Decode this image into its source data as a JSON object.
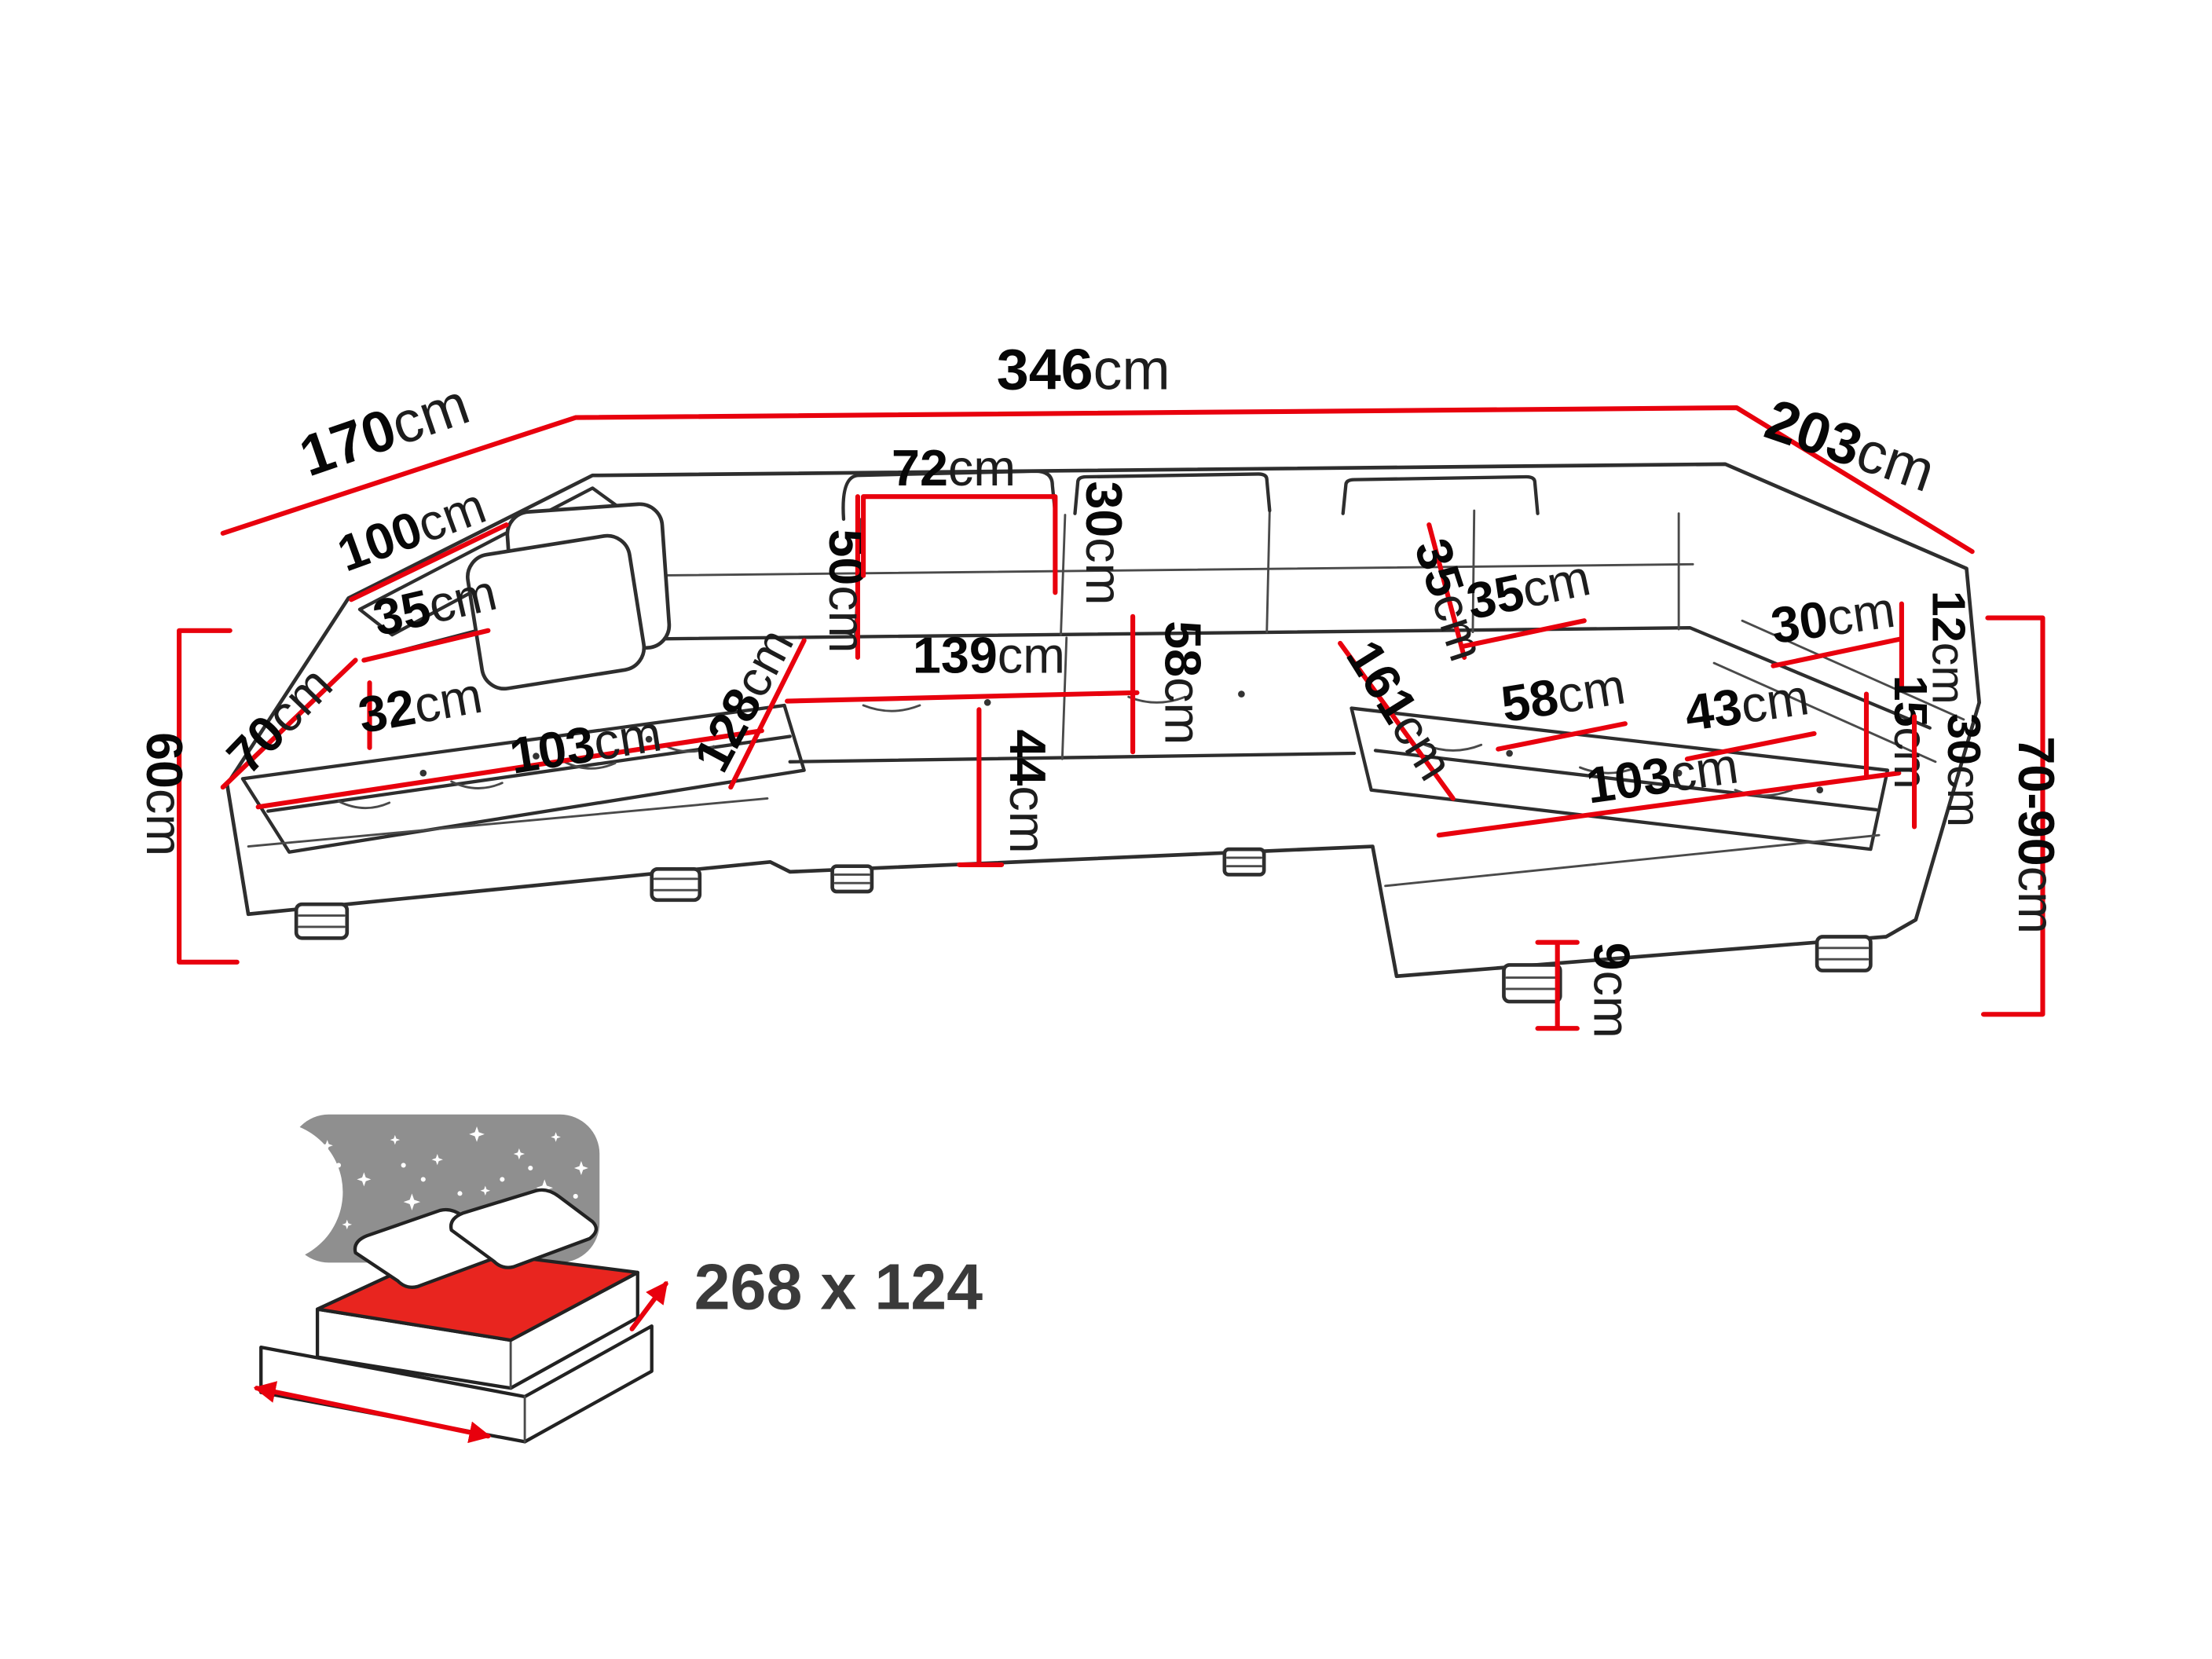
{
  "diagram": {
    "type": "furniture-dimension-diagram",
    "subject": "U-shaped corner sofa with dimension callouts and sleeping-area icon",
    "unit": "cm",
    "colors": {
      "dimension_red": "#e8000d",
      "outline": "#2e2e2e",
      "label_text": "#070707",
      "panel_gray": "#8f8f8f",
      "mattress_red": "#e8251f"
    }
  },
  "dims": {
    "total_width": {
      "value": "346",
      "unit": "cm"
    },
    "side_left": {
      "value": "170",
      "unit": "cm"
    },
    "side_right": {
      "value": "203",
      "unit": "cm"
    },
    "armrest_left_length": {
      "value": "100",
      "unit": "cm"
    },
    "armrest_left_width": {
      "value": "35",
      "unit": "cm"
    },
    "chaise_left_width": {
      "value": "70",
      "unit": "cm"
    },
    "height_left": {
      "value": "60",
      "unit": "cm"
    },
    "armrest_left_height": {
      "value": "32",
      "unit": "cm"
    },
    "chaise_left_length": {
      "value": "103",
      "unit": "cm"
    },
    "chaise_left_diagonal": {
      "value": "128",
      "unit": "cm"
    },
    "backrest_height": {
      "value": "50",
      "unit": "cm"
    },
    "headrest_width": {
      "value": "72",
      "unit": "cm"
    },
    "headrest_height": {
      "value": "30",
      "unit": "cm"
    },
    "seat_width": {
      "value": "139",
      "unit": "cm"
    },
    "seat_depth": {
      "value": "58",
      "unit": "cm"
    },
    "seat_height": {
      "value": "44",
      "unit": "cm"
    },
    "backrest_right_thickness": {
      "value": "35",
      "unit": "cm"
    },
    "armrest_right_width": {
      "value": "35",
      "unit": "cm"
    },
    "chaise_right_diagonal": {
      "value": "161",
      "unit": "cm"
    },
    "seat_depth_right": {
      "value": "58",
      "unit": "cm"
    },
    "armrest_right_length": {
      "value": "43",
      "unit": "cm"
    },
    "chaise_right_length": {
      "value": "103",
      "unit": "cm"
    },
    "backrest_right_width": {
      "value": "30",
      "unit": "cm"
    },
    "detail_right_12": {
      "value": "12",
      "unit": "cm"
    },
    "detail_right_15": {
      "value": "15",
      "unit": "cm"
    },
    "detail_right_30": {
      "value": "30",
      "unit": "cm"
    },
    "height_right": {
      "value": "70-90",
      "unit": "cm"
    },
    "leg_height": {
      "value": "9",
      "unit": "cm"
    }
  },
  "sleeping": {
    "icon": "sleeping-function-bed-icon",
    "area_label": "268 x 124"
  }
}
